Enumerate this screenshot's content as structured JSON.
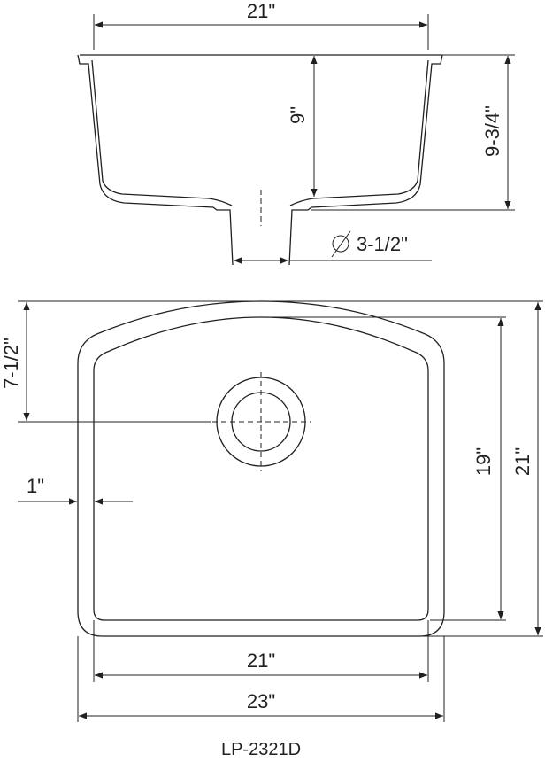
{
  "side_view": {
    "top_width": "21\"",
    "inner_depth": "9\"",
    "outer_depth": "9-3/4\"",
    "drain_diameter": "3-1/2\""
  },
  "top_view": {
    "drain_offset": "7-1/2\"",
    "rim_width": "1\"",
    "inner_length": "19\"",
    "outer_length": "21\"",
    "inner_width": "21\"",
    "outer_width": "23\""
  },
  "model": "LP-2321D"
}
